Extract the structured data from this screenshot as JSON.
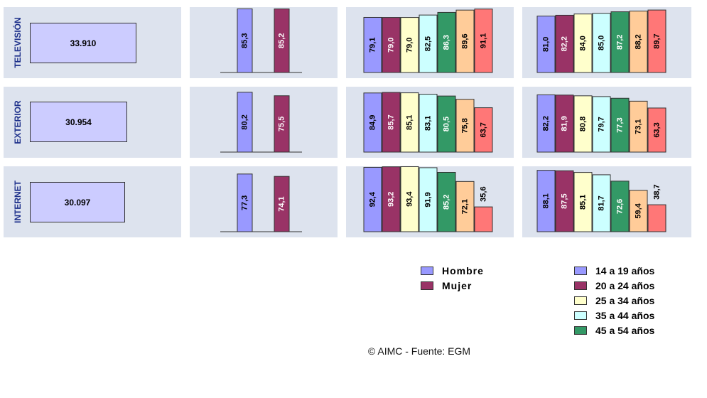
{
  "chart_data": {
    "type": "bar",
    "rows": [
      {
        "name": "TELEVISIÓN",
        "total": "33.910",
        "sex": [
          "85,3",
          "85,2"
        ],
        "age": [
          "79,1",
          "79,0",
          "79,0",
          "82,5",
          "86,3",
          "89,6",
          "91,1"
        ],
        "age2": [
          "81,0",
          "82,2",
          "84,0",
          "85,0",
          "87,2",
          "88,2",
          "89,7"
        ]
      },
      {
        "name": "EXTERIOR",
        "total": "30.954",
        "sex": [
          "80,2",
          "75,5"
        ],
        "age": [
          "84,9",
          "85,7",
          "85,1",
          "83,1",
          "80,5",
          "75,8",
          "63,7"
        ],
        "age2": [
          "82,2",
          "81,9",
          "80,8",
          "79,7",
          "77,3",
          "73,1",
          "63,3"
        ]
      },
      {
        "name": "INTERNET",
        "total": "30.097",
        "sex": [
          "77,3",
          "74,1"
        ],
        "age": [
          "92,4",
          "93,2",
          "93,4",
          "91,9",
          "85,2",
          "72,1",
          "35,6"
        ],
        "age2": [
          "88,1",
          "87,5",
          "85,1",
          "81,7",
          "72,6",
          "59,4",
          "38,7"
        ]
      }
    ],
    "sex_series": [
      {
        "name": "Hombre",
        "color": "#9999ff"
      },
      {
        "name": "Mujer",
        "color": "#993366"
      }
    ],
    "age_series": [
      {
        "name": "14 a 19 años",
        "color": "#9999ff"
      },
      {
        "name": "20 a 24 años",
        "color": "#993366"
      },
      {
        "name": "25 a 34 años",
        "color": "#ffffcc"
      },
      {
        "name": "35 a 44 años",
        "color": "#ccffff"
      },
      {
        "name": "45 a 54 años",
        "color": "#339966"
      },
      {
        "name": "",
        "color": "#ffcc99"
      },
      {
        "name": "",
        "color": "#ff7777"
      }
    ],
    "ylim": [
      0,
      100
    ]
  },
  "source": "© AIMC - Fuente: EGM"
}
